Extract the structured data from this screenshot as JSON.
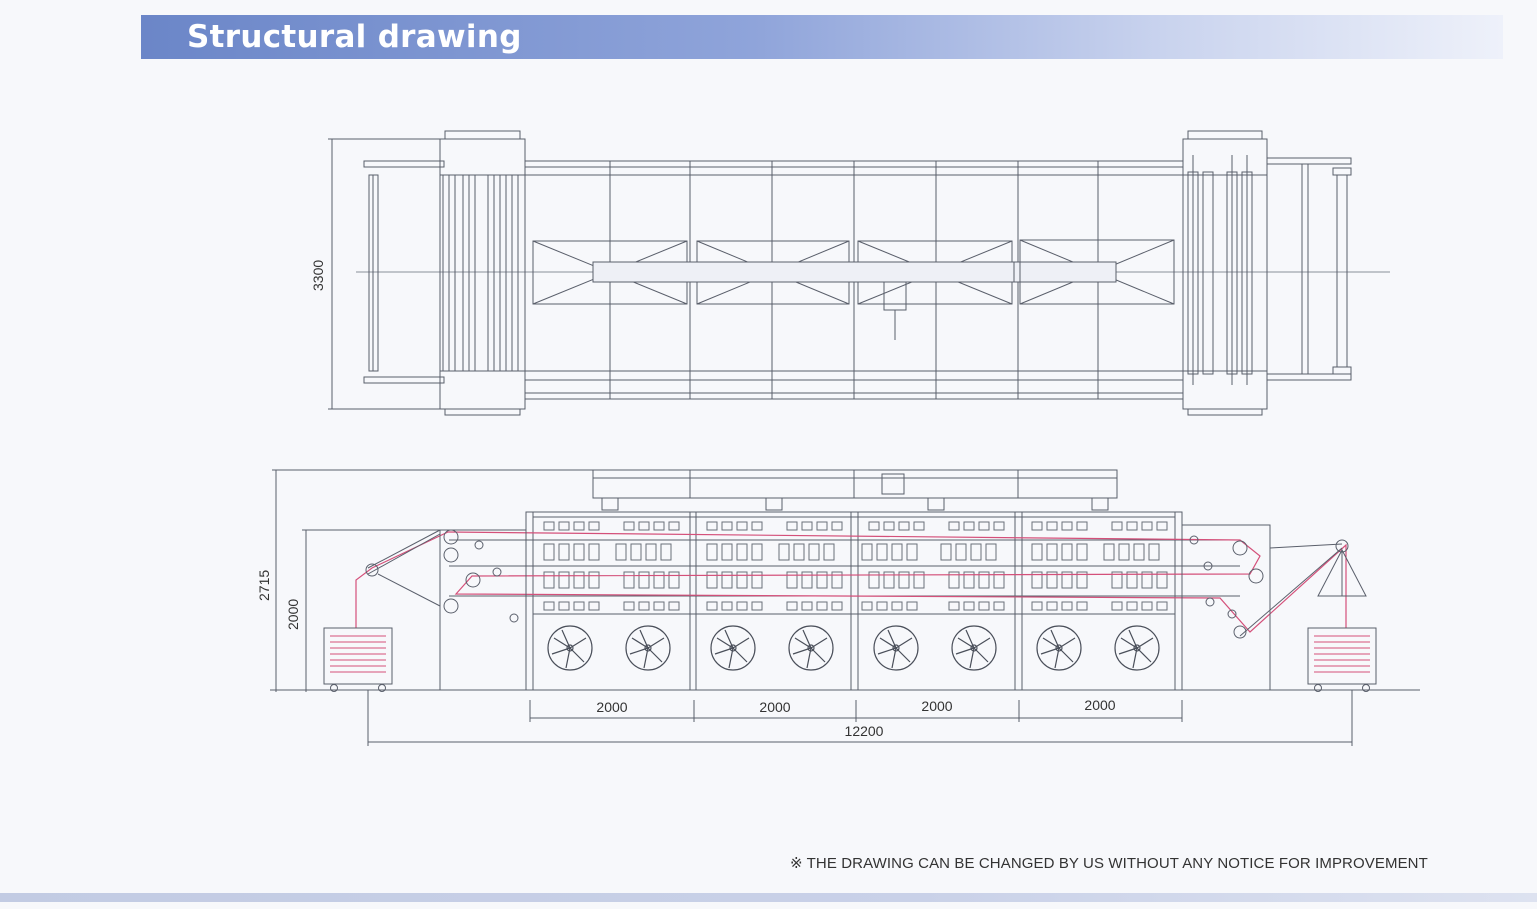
{
  "header": {
    "title": "Structural drawing",
    "accent": "#7088c9"
  },
  "top_view": {
    "dimension_height": "3300"
  },
  "side_view": {
    "dimension_total_height": "2715",
    "dimension_lower_height": "2000",
    "section_widths": [
      "2000",
      "2000",
      "2000",
      "2000"
    ],
    "total_length": "12200"
  },
  "footnote": "※ THE DRAWING CAN BE CHANGED BY US WITHOUT ANY NOTICE FOR IMPROVEMENT",
  "colors": {
    "line": "#555a66",
    "fabric": "#d4507a",
    "bottom_bar": "#c4cce4"
  }
}
